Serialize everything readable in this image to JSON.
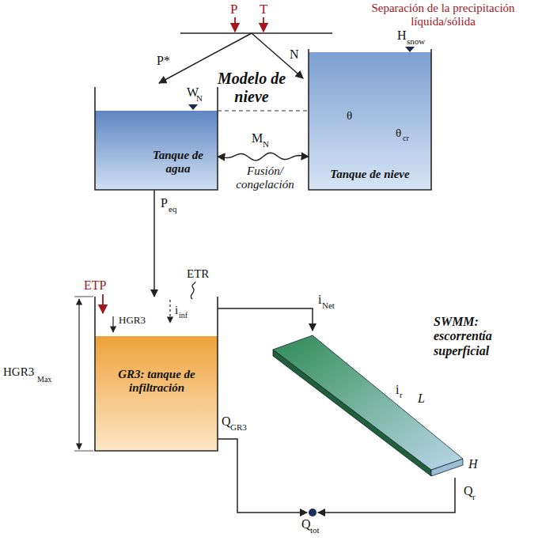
{
  "diagram": {
    "nodes": [
      {
        "text": [
          "Tanque de agua"
        ]
      },
      {
        "text": [
          "Tanque de nieve"
        ]
      },
      {
        "text": [
          "GR3: tanque de infiltración"
        ]
      },
      {
        "text": [
          "SWMM: escorrentía superficial"
        ]
      },
      {
        "text": [
          "Q",
          "tot"
        ]
      }
    ],
    "edges": [
      {
        "from": 0,
        "to": 2,
        "arrow": "to"
      },
      {
        "from": 0,
        "to": 1,
        "arrow": "both"
      },
      {
        "from": 2,
        "to": 3,
        "arrow": "to"
      },
      {
        "from": 2,
        "to": 4,
        "arrow": "to"
      },
      {
        "from": 3,
        "to": 4,
        "arrow": "to"
      }
    ],
    "labels": [
      "Separación de la precipitación líquida/sólida",
      "P",
      "T",
      "P*",
      "N",
      "Modelo de nieve",
      "W",
      "N",
      "H",
      "snow",
      "θ",
      "θ",
      "cr",
      "M",
      "N",
      "Fusión/ congelación",
      "P",
      "eq",
      "ETP",
      "ETR",
      "HGR3",
      "i",
      "inf",
      "HGR3",
      "Max",
      "i",
      "Net",
      "i",
      "r",
      "L",
      "H",
      "Q",
      "GR3",
      "Q",
      "r"
    ]
  }
}
